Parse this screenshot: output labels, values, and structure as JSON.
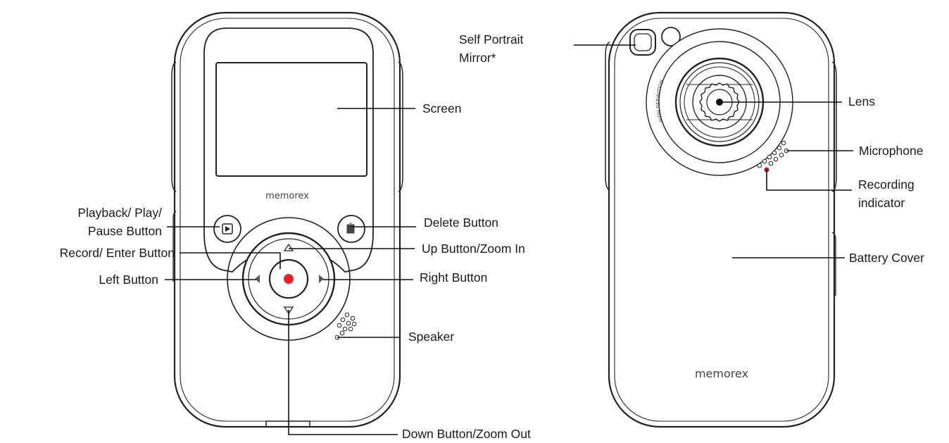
{
  "front": {
    "logo": "memorex",
    "labels": {
      "screen": "Screen",
      "playback_line1": "Playback/ Play/",
      "playback_line2": "Pause Button",
      "delete": "Delete Button",
      "record": "Record/ Enter Button",
      "up": "Up Button/Zoom In",
      "left": "Left Button",
      "right": "Right Button",
      "speaker": "Speaker",
      "down": "Down Button/Zoom Out"
    }
  },
  "back": {
    "logo": "memorex",
    "lens_ring_text": "HIGH DEFINITION",
    "labels": {
      "mirror_line1": "Self Portrait",
      "mirror_line2": "Mirror*",
      "lens": "Lens",
      "microphone": "Microphone",
      "recording_line1": "Recording",
      "recording_line2": "indicator",
      "battery": "Battery Cover"
    }
  },
  "colors": {
    "record_button": "#e8202a",
    "recording_led": "#c4161c",
    "outline": "#222222"
  }
}
